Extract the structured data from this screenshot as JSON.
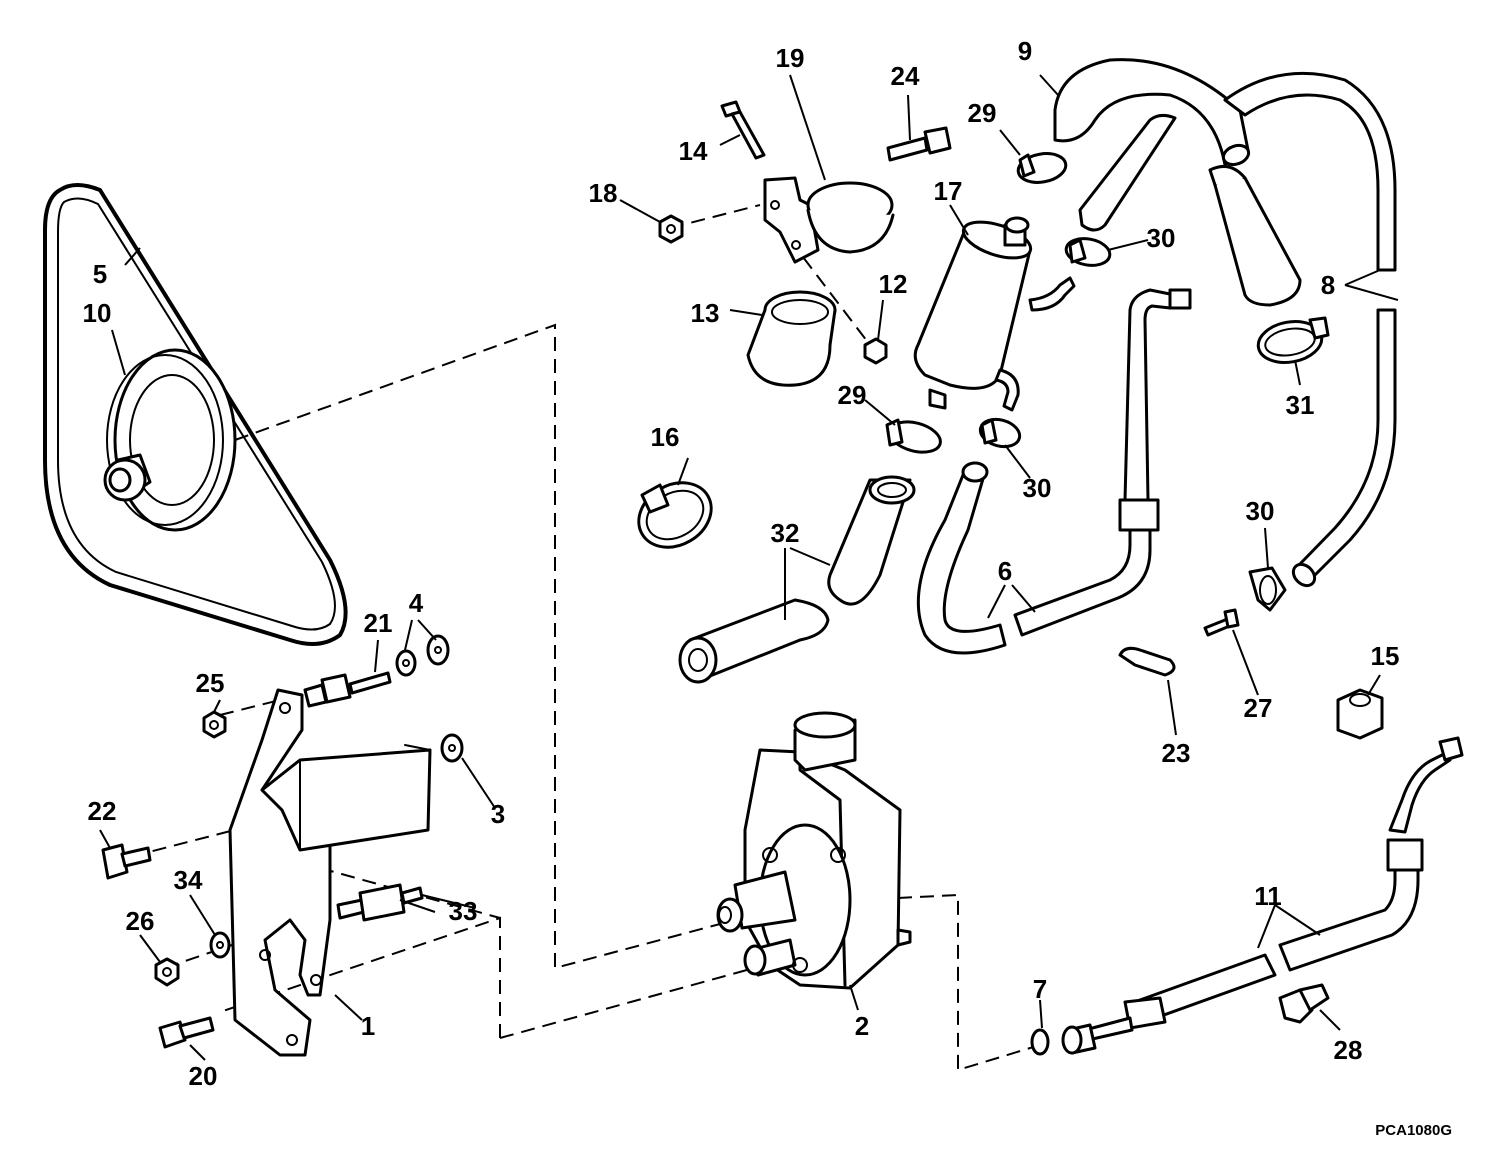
{
  "figure_code": "PCA1080G",
  "callouts": [
    "1",
    "2",
    "3",
    "4",
    "5",
    "6",
    "7",
    "8",
    "9",
    "10",
    "11",
    "12",
    "13",
    "14",
    "15",
    "16",
    "17",
    "18",
    "19",
    "20",
    "21",
    "22",
    "23",
    "24",
    "25",
    "26",
    "27",
    "28",
    "29",
    "30",
    "31",
    "32",
    "33",
    "34"
  ]
}
